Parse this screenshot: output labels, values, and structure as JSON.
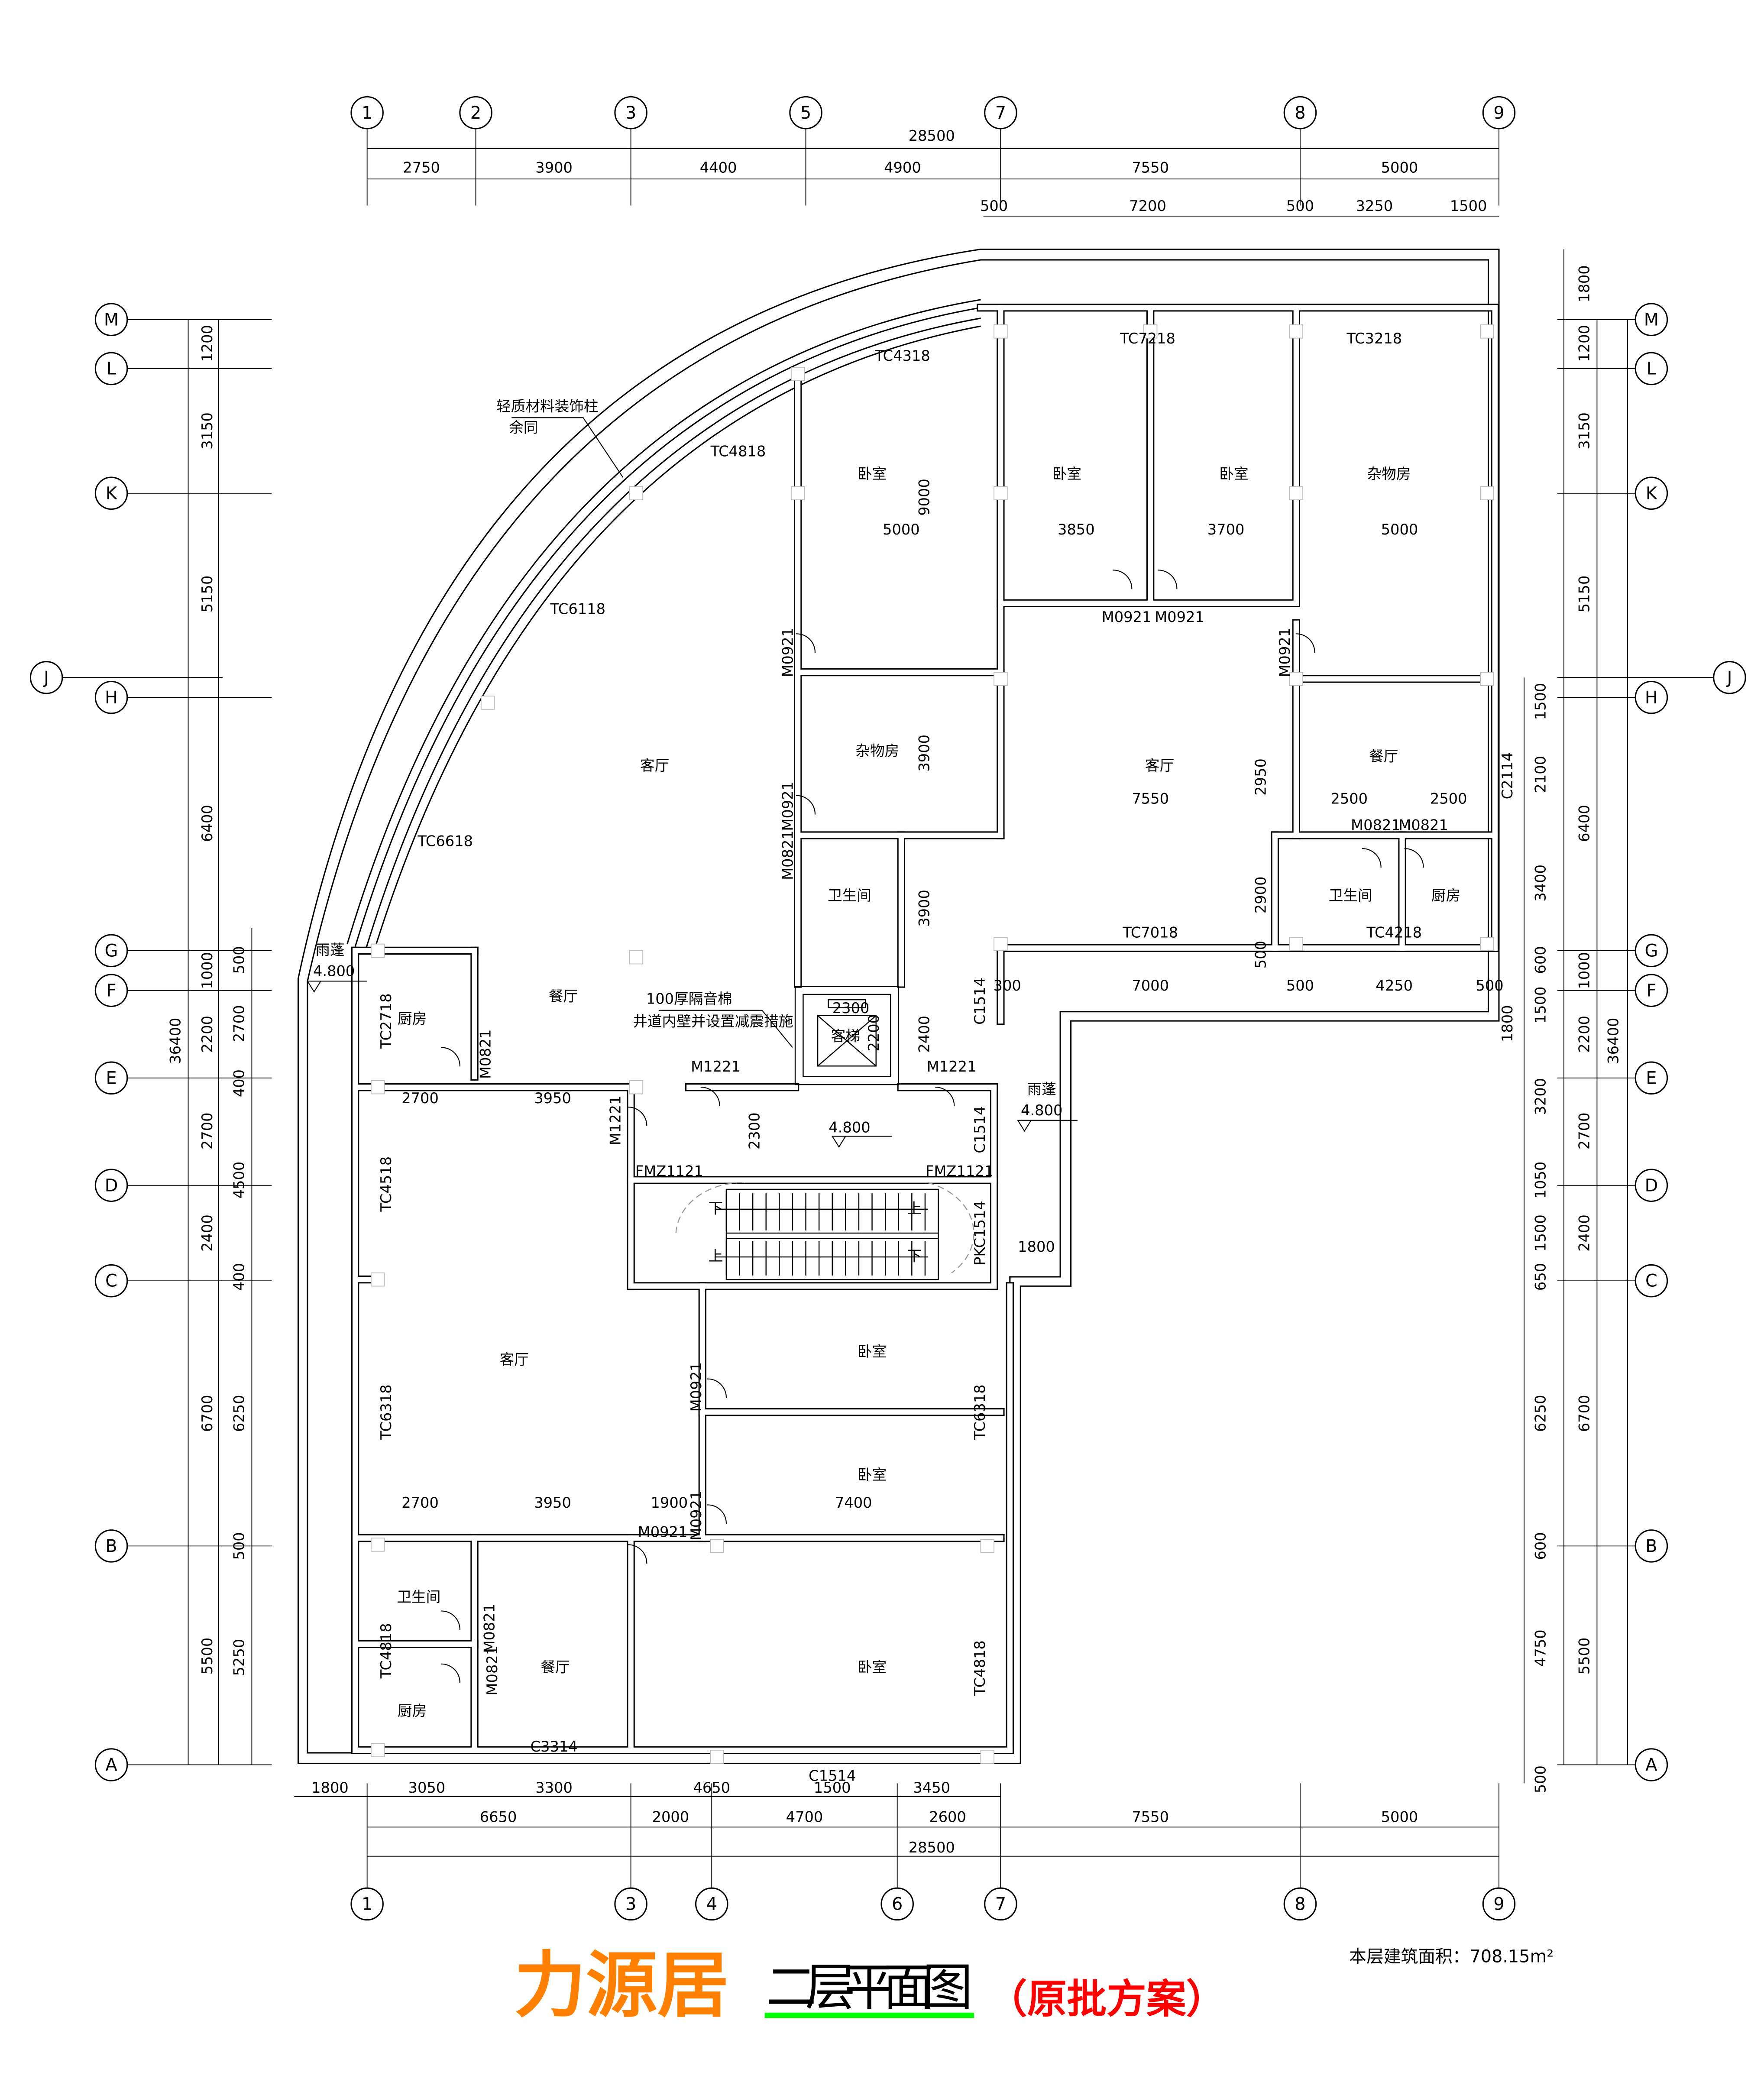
{
  "title": {
    "name": "力源居",
    "drawing": "二层平面图",
    "note": "（原批方案）",
    "area_label": "本层建筑面积：708.15m²"
  },
  "colors": {
    "title_name": "#ff8000",
    "title_note": "#ff0000",
    "underline": "#00ff00",
    "lines": "#000000"
  },
  "axes": {
    "top": [
      "1",
      "2",
      "3",
      "5",
      "7",
      "8",
      "9"
    ],
    "bottom": [
      "1",
      "3",
      "4",
      "6",
      "7",
      "8",
      "9"
    ],
    "left": [
      "M",
      "L",
      "K",
      "J",
      "H",
      "G",
      "F",
      "E",
      "D",
      "C",
      "B",
      "A"
    ],
    "right": [
      "M",
      "L",
      "K",
      "J",
      "H",
      "G",
      "F",
      "E",
      "D",
      "C",
      "B",
      "A"
    ]
  },
  "dims": {
    "top": [
      "28500",
      "2750",
      "3900",
      "4400",
      "4900",
      "7550",
      "5000",
      "500",
      "7200",
      "500",
      "3250",
      "1500"
    ],
    "bottom": [
      "1800",
      "3050",
      "3300",
      "4650",
      "1500",
      "3450",
      "6650",
      "2000",
      "4700",
      "2600",
      "7550",
      "5000",
      "28500"
    ],
    "left": [
      "36400",
      "1200",
      "3150",
      "5150",
      "6400",
      "1000",
      "2200",
      "2700",
      "2400",
      "6700",
      "5500",
      "500",
      "2700",
      "400",
      "4500",
      "400",
      "6250",
      "500",
      "5250"
    ],
    "right": [
      "36400",
      "1800",
      "1200",
      "3150",
      "5150",
      "6400",
      "1000",
      "2200",
      "2700",
      "2400",
      "6700",
      "5500",
      "1500",
      "2100",
      "3400",
      "600",
      "1500",
      "3200",
      "1050",
      "1500",
      "650",
      "6250",
      "600",
      "4750",
      "500"
    ]
  },
  "rooms": [
    "卧室",
    "卧室",
    "卧室",
    "杂物房",
    "客厅",
    "杂物房",
    "客厅",
    "餐厅",
    "卫生间",
    "卫生间",
    "厨房",
    "餐厅",
    "厨房",
    "客厅",
    "卧室",
    "卧室",
    "卫生间",
    "餐厅",
    "卧室",
    "厨房",
    "客梯"
  ],
  "annotations": [
    "TC4318",
    "TC7218",
    "TC3218",
    "TC4818",
    "TC6118",
    "TC6618",
    "9000",
    "5000",
    "3850",
    "3700",
    "5000",
    "M0921",
    "M0921",
    "M0921",
    "M0921",
    "3900",
    "M0921",
    "M0821",
    "7550",
    "2950",
    "2500",
    "2500",
    "C2114",
    "M0821",
    "M0821",
    "2900",
    "3900",
    "TC7018",
    "TC4218",
    "500",
    "300",
    "7000",
    "500",
    "4250",
    "500",
    "1800",
    "雨蓬",
    "4.800",
    "TC2718",
    "M0821",
    "100厚隔音棉",
    "井道内壁并设置减震措施",
    "2300",
    "2200",
    "2400",
    "C1514",
    "M1221",
    "M1221",
    "雨蓬",
    "4.800",
    "2700",
    "3950",
    "M1221",
    "2300",
    "4.800",
    "C1514",
    "FMZ1121",
    "FMZ1121",
    "TC4518",
    "PKC1514",
    "1800",
    "M0921",
    "TC6318",
    "TC6318",
    "2700",
    "3950",
    "1900",
    "M0921",
    "7400",
    "M0921",
    "TC4818",
    "M0821",
    "M0821",
    "TC4818",
    "C3314",
    "C1514",
    "轻质材料装饰柱",
    "余同",
    "下",
    "上",
    "上",
    "下"
  ]
}
